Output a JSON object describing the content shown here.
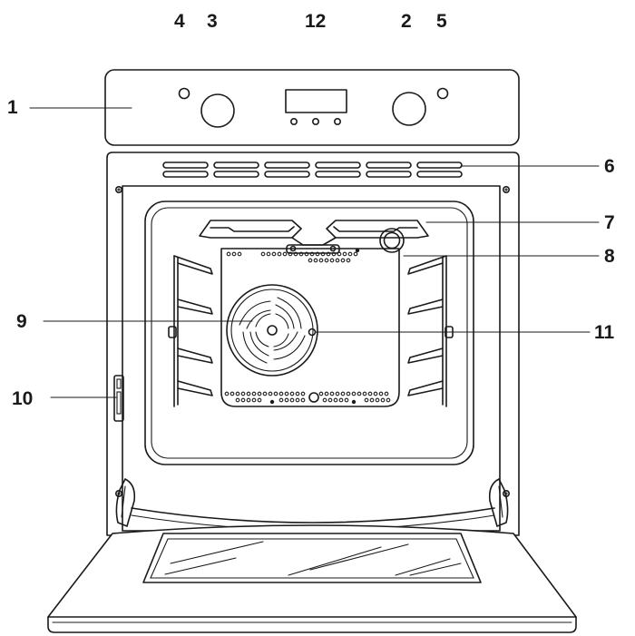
{
  "callouts": {
    "c1": "1",
    "c2": "2",
    "c3": "3",
    "c4": "4",
    "c5": "5",
    "c6": "6",
    "c7": "7",
    "c8": "8",
    "c9": "9",
    "c10": "10",
    "c11": "11",
    "c12": "12"
  },
  "colors": {
    "line": "#1a1a1a",
    "background": "#ffffff"
  }
}
